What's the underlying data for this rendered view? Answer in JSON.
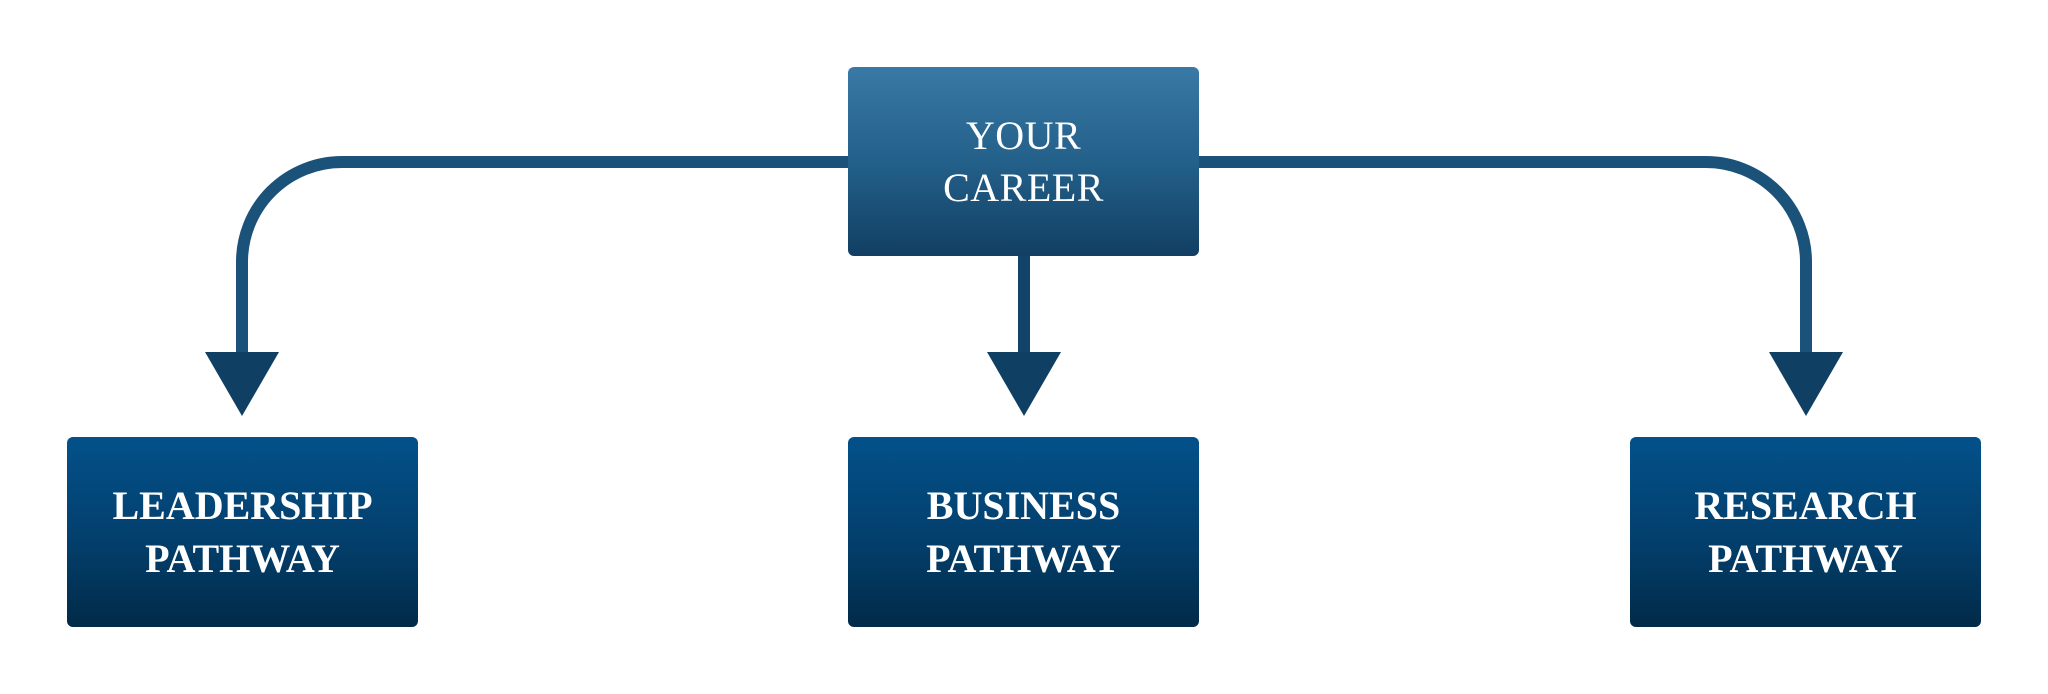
{
  "root": {
    "lines": [
      "YOUR",
      "CAREER"
    ]
  },
  "pathways": [
    {
      "lines": [
        "LEADERSHIP",
        "PATHWAY"
      ]
    },
    {
      "lines": [
        "BUSINESS",
        "PATHWAY"
      ]
    },
    {
      "lines": [
        "RESEARCH",
        "PATHWAY"
      ]
    }
  ],
  "colors": {
    "root_top": "#3979a5",
    "root_bottom": "#123f63",
    "pathway_top": "#03518a",
    "pathway_bottom": "#022a48",
    "connector": "#174d75",
    "arrowhead": "#0f3f63"
  }
}
